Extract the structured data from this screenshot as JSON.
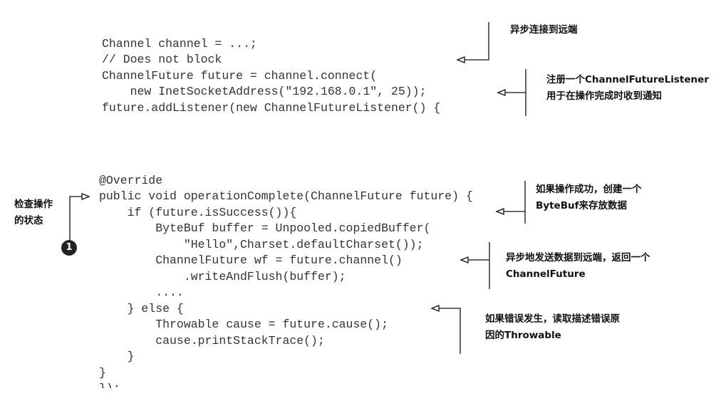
{
  "code_top": [
    "Channel channel = ...;",
    "// Does not block",
    "ChannelFuture future = channel.connect(",
    "    new InetSocketAddress(\"192.168.0.1\", 25));",
    "future.addListener(new ChannelFutureListener() {"
  ],
  "code_bottom": [
    "@Override",
    "public void operationComplete(ChannelFuture future) {",
    "    if (future.isSuccess()){",
    "        ByteBuf buffer = Unpooled.copiedBuffer(",
    "            \"Hello\",Charset.defaultCharset());",
    "        ChannelFuture wf = future.channel()",
    "            .writeAndFlush(buffer);",
    "        ....",
    "    } else {",
    "        Throwable cause = future.cause();",
    "        cause.printStackTrace();",
    "    }",
    "}",
    "});"
  ],
  "annotations": {
    "async_connect": "异步连接到远端",
    "register_listener_1": "注册一个ChannelFutureListener",
    "register_listener_2": "用于在操作完成时收到通知",
    "success_1": "如果操作成功，创建一个",
    "success_2": "ByteBuf来存放数据",
    "async_send_1": "异步地发送数据到远端，返回一个",
    "async_send_2": "ChannelFuture",
    "error_1": "如果错误发生，读取描述错误原",
    "error_2": "因的Throwable",
    "check_status_1": "检查操作",
    "check_status_2": "的状态"
  },
  "badge_number": "1"
}
